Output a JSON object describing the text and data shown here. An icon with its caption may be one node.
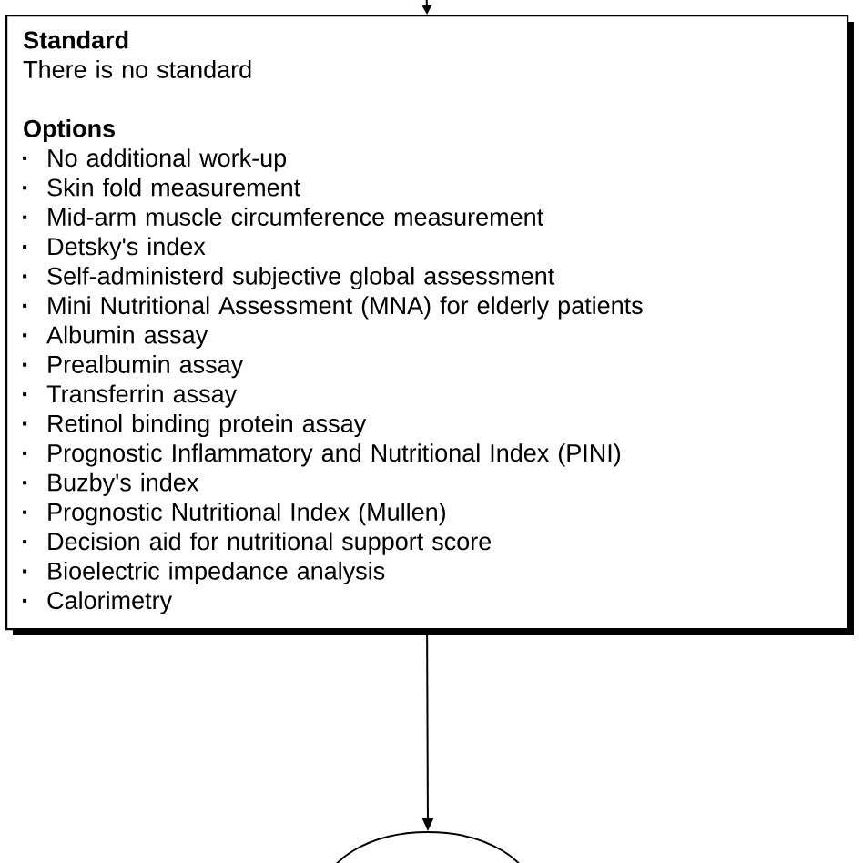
{
  "diagram": {
    "nodes": [
      {
        "text": [
          "Standard",
          "There is no standard",
          "Options",
          "No additional work-up",
          "Skin fold measurement",
          "Mid-arm muscle circumference measurement",
          "Detsky's index",
          "Self-administerd subjective global assessment",
          "Mini Nutritional Assessment (MNA) for elderly patients",
          "Albumin assay",
          "Prealbumin assay",
          "Transferrin assay",
          "Retinol binding protein assay",
          "Prognostic Inflammatory and Nutritional Index (PINI)",
          "Buzby's index",
          "Prognostic Nutritional Index (Mullen)",
          "Decision aid for nutritional support score",
          "Bioelectric impedance analysis",
          "Calorimetry"
        ]
      },
      {
        "text": [],
        "shape": "oval"
      }
    ],
    "edges": [
      {
        "from": null,
        "to": 0,
        "arrow": "to"
      },
      {
        "from": 0,
        "to": 1,
        "arrow": "to"
      }
    ]
  }
}
